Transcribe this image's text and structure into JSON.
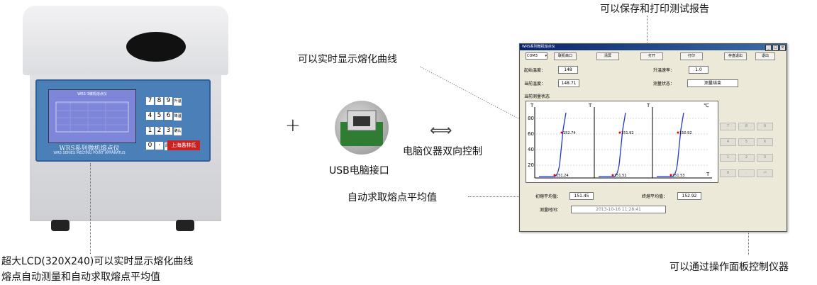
{
  "captions": {
    "top_right": "可以保存和打印测试报告",
    "curve": "可以实时显示熔化曲线",
    "bidirectional": "电脑仪器双向控制",
    "usb": "USB电脑接口",
    "average": "自动求取熔点平均值",
    "panel_control": "可以通过操作面板控制仪器",
    "left_line1": "超大LCD(320X240)可以实时显示熔化曲线",
    "left_line2": "熔点自动测量和自动求取熔点平均值",
    "plus": "+",
    "arrows": "⟺"
  },
  "device": {
    "brand": "WRS系列微机熔点仪",
    "sub": "WRS SERIES MELTING POINT APPARATUS",
    "maker": "上海愚林氏",
    "lcd_title": "WRS-3微机熔点仪",
    "keys": [
      "7",
      "8",
      "9",
      "升温",
      "4",
      "5",
      "6",
      "降温",
      "1",
      "2",
      "3",
      "确认",
      "0",
      "·",
      "调零",
      "↵"
    ]
  },
  "app": {
    "window_title": "WRS系列微机熔点仪",
    "port": "COM3",
    "buttons": [
      "联机串口",
      "清屏",
      "打开",
      "打印",
      "存盘退出",
      "退出"
    ],
    "start_temp_label": "起始温度：",
    "start_temp": "148",
    "rate_label": "升温速率：",
    "rate": "1.0",
    "current_temp_label": "当前温度：",
    "current_temp": "148.71",
    "status_label": "测量状态：",
    "status": "测量结束",
    "plot_title": "当前测量状态",
    "initial_avg_label": "初熔平均值：",
    "initial_avg": "151.45",
    "final_avg_label": "终熔平均值：",
    "final_avg": "152.92",
    "time_label": "测量时间：",
    "time": "2013-10-16 11:28:41",
    "y_ticks": [
      "80",
      "60",
      "40",
      "20"
    ],
    "axis_t": "T",
    "axis_unit": "℃",
    "point_labels_top": [
      "152.74",
      "151.92",
      "150.92"
    ],
    "point_labels_bottom": [
      "151.24",
      "151.52",
      "151.53"
    ],
    "numpad": [
      "7",
      "8",
      "9",
      "4",
      "5",
      "6",
      "1",
      "2",
      "3",
      "0",
      ".",
      "⏎"
    ]
  }
}
